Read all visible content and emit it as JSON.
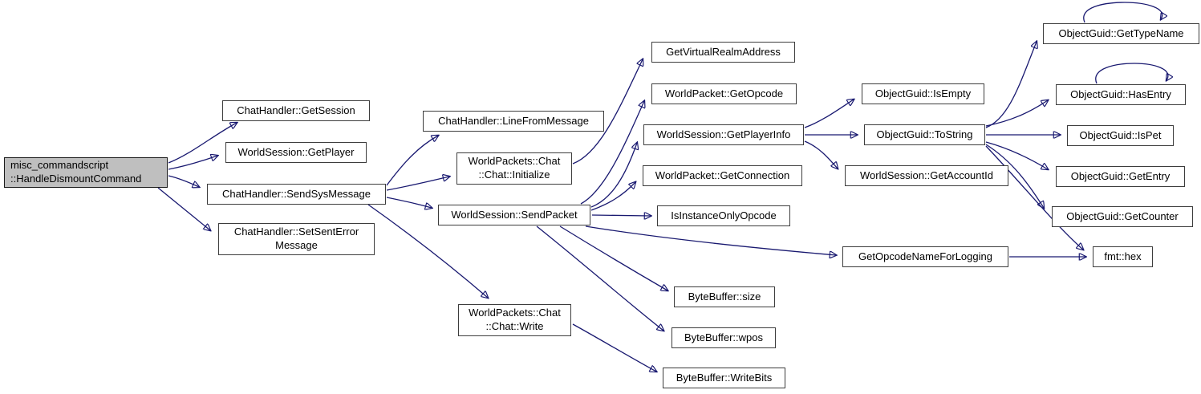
{
  "diagram": {
    "type": "call-graph",
    "root": "misc_commandscript::HandleDismountCommand",
    "colors": {
      "edge": "#191970",
      "node_border": "#3d3d3d",
      "node_fill": "#ffffff",
      "root_node_fill": "#bfbfbf",
      "background": "#ffffff",
      "text": "#000000"
    }
  },
  "nodes": [
    {
      "id": "handle-dismount-command",
      "label": "misc_commandscript\n::HandleDismountCommand"
    },
    {
      "id": "get-session",
      "label": "ChatHandler::GetSession"
    },
    {
      "id": "get-player",
      "label": "WorldSession::GetPlayer"
    },
    {
      "id": "send-sys-message",
      "label": "ChatHandler::SendSysMessage"
    },
    {
      "id": "set-sent-error-message",
      "label": "ChatHandler::SetSentError\nMessage"
    },
    {
      "id": "line-from-message",
      "label": "ChatHandler::LineFromMessage"
    },
    {
      "id": "chat-initialize",
      "label": "WorldPackets::Chat\n::Chat::Initialize"
    },
    {
      "id": "send-packet",
      "label": "WorldSession::SendPacket"
    },
    {
      "id": "chat-write",
      "label": "WorldPackets::Chat\n::Chat::Write"
    },
    {
      "id": "get-virtual-realm-address",
      "label": "GetVirtualRealmAddress"
    },
    {
      "id": "get-opcode",
      "label": "WorldPacket::GetOpcode"
    },
    {
      "id": "get-player-info",
      "label": "WorldSession::GetPlayerInfo"
    },
    {
      "id": "get-connection",
      "label": "WorldPacket::GetConnection"
    },
    {
      "id": "is-instance-only-opcode",
      "label": "IsInstanceOnlyOpcode"
    },
    {
      "id": "bytebuffer-size",
      "label": "ByteBuffer::size"
    },
    {
      "id": "bytebuffer-wpos",
      "label": "ByteBuffer::wpos"
    },
    {
      "id": "bytebuffer-writebits",
      "label": "ByteBuffer::WriteBits"
    },
    {
      "id": "get-opcode-name-for-logging",
      "label": "GetOpcodeNameForLogging"
    },
    {
      "id": "is-empty",
      "label": "ObjectGuid::IsEmpty"
    },
    {
      "id": "to-string",
      "label": "ObjectGuid::ToString"
    },
    {
      "id": "get-account-id",
      "label": "WorldSession::GetAccountId"
    },
    {
      "id": "get-type-name",
      "label": "ObjectGuid::GetTypeName"
    },
    {
      "id": "has-entry",
      "label": "ObjectGuid::HasEntry"
    },
    {
      "id": "is-pet",
      "label": "ObjectGuid::IsPet"
    },
    {
      "id": "get-entry",
      "label": "ObjectGuid::GetEntry"
    },
    {
      "id": "get-counter",
      "label": "ObjectGuid::GetCounter"
    },
    {
      "id": "fmt-hex",
      "label": "fmt::hex"
    }
  ],
  "edges": [
    {
      "from": "handle-dismount-command",
      "to": "get-session"
    },
    {
      "from": "handle-dismount-command",
      "to": "get-player"
    },
    {
      "from": "handle-dismount-command",
      "to": "send-sys-message"
    },
    {
      "from": "handle-dismount-command",
      "to": "set-sent-error-message"
    },
    {
      "from": "send-sys-message",
      "to": "line-from-message"
    },
    {
      "from": "send-sys-message",
      "to": "chat-initialize"
    },
    {
      "from": "send-sys-message",
      "to": "send-packet"
    },
    {
      "from": "send-sys-message",
      "to": "chat-write"
    },
    {
      "from": "chat-initialize",
      "to": "get-virtual-realm-address"
    },
    {
      "from": "send-packet",
      "to": "get-opcode"
    },
    {
      "from": "send-packet",
      "to": "get-player-info"
    },
    {
      "from": "send-packet",
      "to": "get-connection"
    },
    {
      "from": "send-packet",
      "to": "is-instance-only-opcode"
    },
    {
      "from": "send-packet",
      "to": "get-opcode-name-for-logging"
    },
    {
      "from": "send-packet",
      "to": "bytebuffer-size"
    },
    {
      "from": "send-packet",
      "to": "bytebuffer-wpos"
    },
    {
      "from": "chat-write",
      "to": "bytebuffer-writebits"
    },
    {
      "from": "get-player-info",
      "to": "is-empty"
    },
    {
      "from": "get-player-info",
      "to": "to-string"
    },
    {
      "from": "get-player-info",
      "to": "get-account-id"
    },
    {
      "from": "to-string",
      "to": "get-type-name"
    },
    {
      "from": "to-string",
      "to": "has-entry"
    },
    {
      "from": "to-string",
      "to": "is-pet"
    },
    {
      "from": "to-string",
      "to": "get-entry"
    },
    {
      "from": "to-string",
      "to": "get-counter"
    },
    {
      "from": "to-string",
      "to": "fmt-hex"
    },
    {
      "from": "get-opcode-name-for-logging",
      "to": "fmt-hex"
    },
    {
      "from": "get-type-name",
      "to": "get-type-name"
    },
    {
      "from": "has-entry",
      "to": "has-entry"
    }
  ]
}
